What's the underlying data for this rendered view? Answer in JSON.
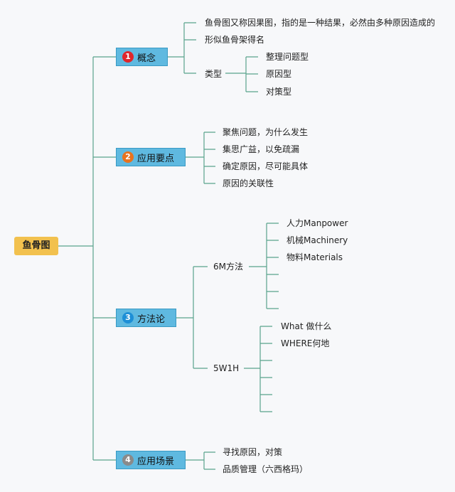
{
  "root": {
    "label": "鱼骨图"
  },
  "branches": [
    {
      "number": "1",
      "badge_color": "#e0262b",
      "label": "概念",
      "items": [
        "鱼骨图又称因果图，指的是一种结果，必然由多种原因造成的",
        "形似鱼骨架得名",
        "类型"
      ],
      "type_items": [
        "整理问题型",
        "原因型",
        "对策型"
      ]
    },
    {
      "number": "2",
      "badge_color": "#e8731f",
      "label": "应用要点",
      "items": [
        "聚焦问题，为什么发生",
        "集思广益，以免疏漏",
        "确定原因，尽可能具体",
        "原因的关联性"
      ]
    },
    {
      "number": "3",
      "badge_color": "#1e8fd6",
      "label": "方法论",
      "sub": [
        {
          "label": "6M方法",
          "items": [
            "人力Manpower",
            "机械Machinery",
            "物料Materials"
          ]
        },
        {
          "label": "5W1H",
          "items": [
            "What 做什么",
            "WHERE何地"
          ]
        }
      ]
    },
    {
      "number": "4",
      "badge_color": "#8a8a8a",
      "label": "应用场景",
      "items": [
        "寻找原因，对策",
        "品质管理（六西格玛）"
      ]
    }
  ],
  "colors": {
    "line": "#5aa38c",
    "root_fill": "#f2c14e",
    "branch_fill": "#5fb9e0"
  }
}
